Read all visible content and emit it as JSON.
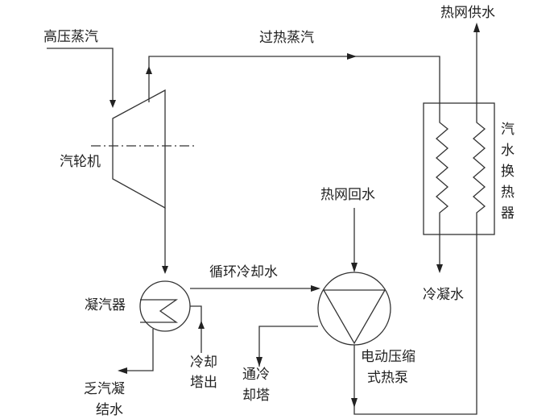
{
  "labels": {
    "high_pressure_steam": "高压蒸汽",
    "superheated_steam": "过热蒸汽",
    "heat_network_supply": "热网供水",
    "turbine": "汽轮机",
    "heat_exchanger_lines": [
      "汽",
      "水",
      "换",
      "热",
      "器"
    ],
    "heat_network_return": "热网回水",
    "circulating_cooling_water": "循环冷却水",
    "condenser": "凝汽器",
    "condensate_water": "冷凝水",
    "cooling_tower_outlet_lines": [
      "冷却",
      "塔出"
    ],
    "to_cooling_tower_lines": [
      "通冷",
      "却塔"
    ],
    "exhaust_condensate_lines": [
      "乏汽凝",
      "结水"
    ],
    "heat_pump_lines": [
      "电动压缩",
      "式热泵"
    ]
  }
}
